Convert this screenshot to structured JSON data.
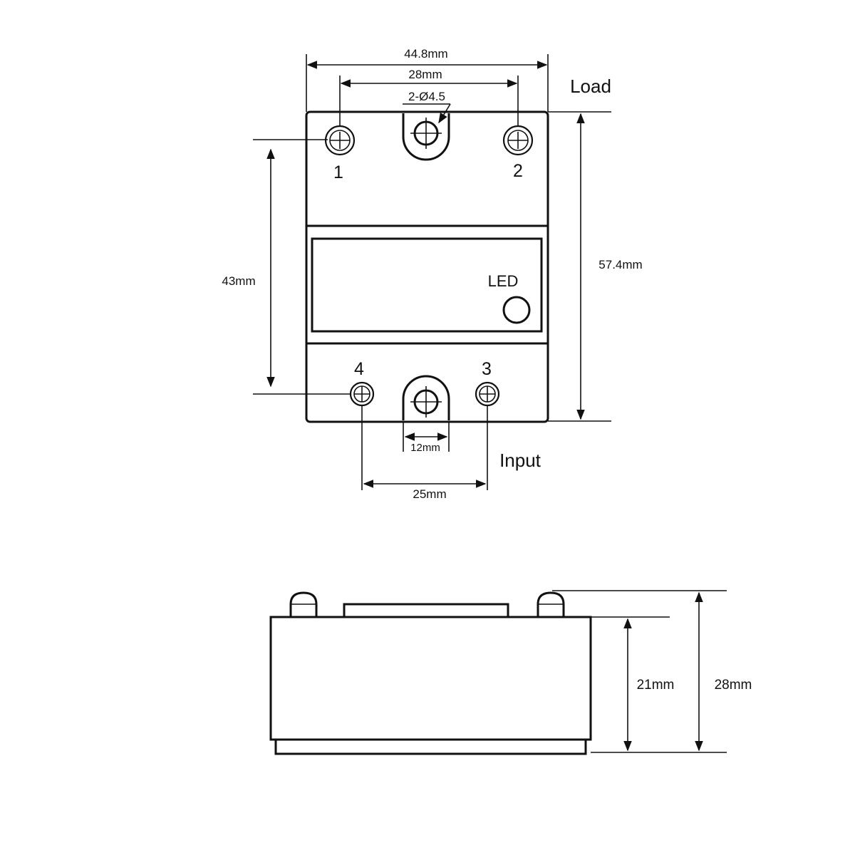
{
  "top_view": {
    "width_label": "44.8mm",
    "terminal_spacing_top_label": "28mm",
    "hole_label": "2-Ø4.5",
    "load_label": "Load",
    "height_label": "57.4mm",
    "terminal_vertical_label": "43mm",
    "led_label": "LED",
    "terminal_labels": [
      "1",
      "2",
      "3",
      "4"
    ],
    "slot_width_label": "12mm",
    "input_label": "Input",
    "terminal_spacing_bottom_label": "25mm"
  },
  "side_view": {
    "body_height_label": "21mm",
    "total_height_label": "28mm"
  },
  "colors": {
    "line": "#111111",
    "background": "#ffffff"
  }
}
